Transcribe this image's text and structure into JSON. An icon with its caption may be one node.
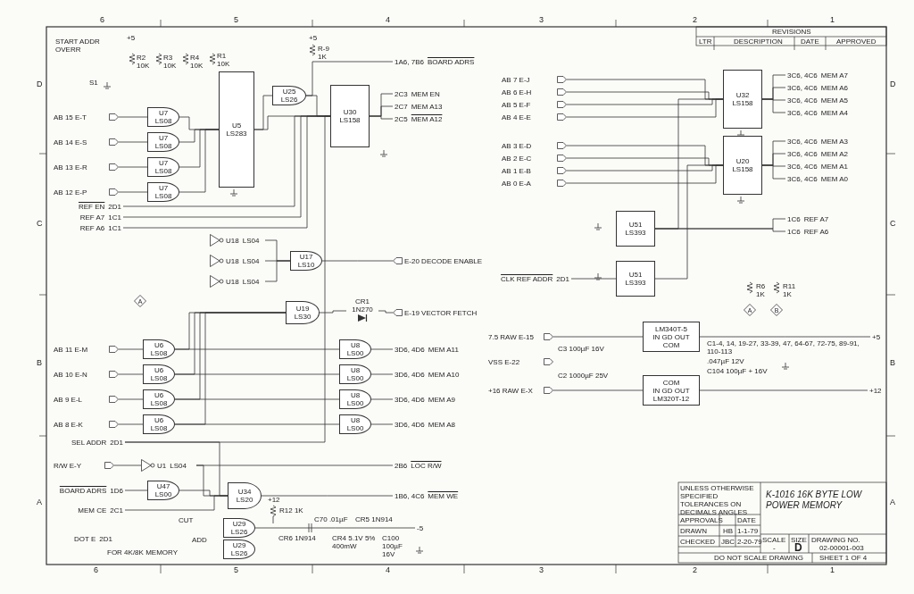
{
  "diagram": {
    "title": "K-1016 16K BYTE LOW POWER MEMORY",
    "nodes": [
      {
        "text": [
          "U5",
          "LS283"
        ]
      },
      {
        "text": [
          "U25",
          "LS26"
        ]
      },
      {
        "text": [
          "U30",
          "LS158"
        ]
      },
      {
        "text": [
          "U7",
          "LS08"
        ]
      },
      {
        "text": [
          "U7",
          "LS08"
        ]
      },
      {
        "text": [
          "U7",
          "LS08"
        ]
      },
      {
        "text": [
          "U7",
          "LS08"
        ]
      },
      {
        "text": [
          "U18",
          "LS04"
        ]
      },
      {
        "text": [
          "U18",
          "LS04"
        ]
      },
      {
        "text": [
          "U18",
          "LS04"
        ]
      },
      {
        "text": [
          "U17",
          "LS10"
        ]
      },
      {
        "text": [
          "U19",
          "LS30"
        ]
      },
      {
        "text": [
          "U6",
          "LS08"
        ]
      },
      {
        "text": [
          "U6",
          "LS08"
        ]
      },
      {
        "text": [
          "U6",
          "LS08"
        ]
      },
      {
        "text": [
          "U6",
          "LS08"
        ]
      },
      {
        "text": [
          "U8",
          "LS00"
        ]
      },
      {
        "text": [
          "U8",
          "LS00"
        ]
      },
      {
        "text": [
          "U8",
          "LS00"
        ]
      },
      {
        "text": [
          "U8",
          "LS00"
        ]
      },
      {
        "text": [
          "U1",
          "LS04"
        ]
      },
      {
        "text": [
          "U47",
          "LS00"
        ]
      },
      {
        "text": [
          "U34",
          "LS20"
        ]
      },
      {
        "text": [
          "U29",
          "LS26"
        ]
      },
      {
        "text": [
          "U29",
          "LS26"
        ]
      },
      {
        "text": [
          "U32",
          "LS158"
        ]
      },
      {
        "text": [
          "U20",
          "LS158"
        ]
      },
      {
        "text": [
          "U51",
          "LS393"
        ]
      },
      {
        "text": [
          "U51",
          "LS393"
        ]
      },
      {
        "text": [
          "LM340T-5",
          "IN GD OUT",
          "COM"
        ]
      },
      {
        "text": [
          "COM",
          "IN GD OUT",
          "LM320T-12"
        ]
      },
      {
        "text": [
          "AB 15 E-T"
        ]
      },
      {
        "text": [
          "AB 14 E-S"
        ]
      },
      {
        "text": [
          "AB 13 E-R"
        ]
      },
      {
        "text": [
          "AB 12 E-P"
        ]
      },
      {
        "text": [
          "AB 11 E-M"
        ]
      },
      {
        "text": [
          "AB 10 E-N"
        ]
      },
      {
        "text": [
          "AB 9 E-L"
        ]
      },
      {
        "text": [
          "AB 8 E-K"
        ]
      },
      {
        "text": [
          "R/W E-Y"
        ]
      },
      {
        "text": [
          "AB 7 E-J"
        ]
      },
      {
        "text": [
          "AB 6 E-H"
        ]
      },
      {
        "text": [
          "AB 5 E-F"
        ]
      },
      {
        "text": [
          "AB 4 E-E"
        ]
      },
      {
        "text": [
          "AB 3 E-D"
        ]
      },
      {
        "text": [
          "AB 2 E-C"
        ]
      },
      {
        "text": [
          "AB 1 E-B"
        ]
      },
      {
        "text": [
          "AB 0 E-A"
        ]
      },
      {
        "text": [
          "7.5 RAW E-15"
        ]
      },
      {
        "text": [
          "VSS E-22"
        ]
      },
      {
        "text": [
          "+16 RAW E-X"
        ]
      },
      {
        "text": [
          "E-20 DECODE ENABLE"
        ]
      },
      {
        "text": [
          "E-19 VECTOR FETCH"
        ]
      },
      {
        "text": [
          "BOARD ADRS"
        ],
        "beside": [
          "1A6, 7B6"
        ]
      },
      {
        "text": [
          "MEM EN"
        ],
        "beside": [
          "2C3"
        ]
      },
      {
        "text": [
          "MEM A13"
        ],
        "beside": [
          "2C7"
        ]
      },
      {
        "text": [
          "MEM A12"
        ],
        "beside": [
          "2C5"
        ]
      },
      {
        "text": [
          "MEM A11"
        ],
        "beside": [
          "3D6, 4D6"
        ]
      },
      {
        "text": [
          "MEM A10"
        ],
        "beside": [
          "3D6, 4D6"
        ]
      },
      {
        "text": [
          "MEM A9"
        ],
        "beside": [
          "3D6, 4D6"
        ]
      },
      {
        "text": [
          "MEM A8"
        ],
        "beside": [
          "3D6, 4D6"
        ]
      },
      {
        "text": [
          "LOC R/W"
        ],
        "beside": [
          "2B6"
        ]
      },
      {
        "text": [
          "MEM WE"
        ],
        "beside": [
          "1B6, 4C6"
        ]
      },
      {
        "text": [
          "-5"
        ]
      },
      {
        "text": [
          "MEM A7"
        ],
        "beside": [
          "3C6, 4C6"
        ]
      },
      {
        "text": [
          "MEM A6"
        ],
        "beside": [
          "3C6, 4C6"
        ]
      },
      {
        "text": [
          "MEM A5"
        ],
        "beside": [
          "3C6, 4C6"
        ]
      },
      {
        "text": [
          "MEM A4"
        ],
        "beside": [
          "3C6, 4C6"
        ]
      },
      {
        "text": [
          "MEM A3"
        ],
        "beside": [
          "3C6, 4C6"
        ]
      },
      {
        "text": [
          "MEM A2"
        ],
        "beside": [
          "3C6, 4C6"
        ]
      },
      {
        "text": [
          "MEM A1"
        ],
        "beside": [
          "3C6, 4C6"
        ]
      },
      {
        "text": [
          "MEM A0"
        ],
        "beside": [
          "3C6, 4C6"
        ]
      },
      {
        "text": [
          "REF A7"
        ],
        "beside": [
          "1C6"
        ]
      },
      {
        "text": [
          "REF A6"
        ],
        "beside": [
          "1C6"
        ]
      },
      {
        "text": [
          "+5"
        ]
      },
      {
        "text": [
          "+12"
        ]
      },
      {
        "text": [
          "REF EN"
        ],
        "beside": [
          "2D1"
        ]
      },
      {
        "text": [
          "REF A7"
        ],
        "beside": [
          "1C1"
        ]
      },
      {
        "text": [
          "REF A6"
        ],
        "beside": [
          "1C1"
        ]
      },
      {
        "text": [
          "SEL ADDR"
        ],
        "beside": [
          "2D1"
        ]
      },
      {
        "text": [
          "BOARD ADRS"
        ],
        "beside": [
          "1D6"
        ]
      },
      {
        "text": [
          "MEM CE"
        ],
        "beside": [
          "2C1"
        ]
      },
      {
        "text": [
          "DOT E"
        ],
        "beside": [
          "2D1"
        ]
      },
      {
        "text": [
          "CLK REF ADDR"
        ],
        "beside": [
          "2D1"
        ]
      },
      {
        "text": [
          "A"
        ]
      },
      {
        "text": [
          "A"
        ]
      },
      {
        "text": [
          "B"
        ]
      },
      {
        "text": [
          "CR1",
          "1N270"
        ]
      }
    ],
    "edges": [
      {
        "from": 31,
        "to": 3,
        "arrow": "none"
      },
      {
        "from": 32,
        "to": 4,
        "arrow": "none"
      },
      {
        "from": 33,
        "to": 5,
        "arrow": "none"
      },
      {
        "from": 34,
        "to": 6,
        "arrow": "none"
      },
      {
        "from": 3,
        "to": 0,
        "arrow": "none"
      },
      {
        "from": 4,
        "to": 0,
        "arrow": "none"
      },
      {
        "from": 5,
        "to": 0,
        "arrow": "none"
      },
      {
        "from": 6,
        "to": 0,
        "arrow": "none"
      },
      {
        "from": 0,
        "to": 1,
        "arrow": "none"
      },
      {
        "from": 0,
        "to": 2,
        "arrow": "none"
      },
      {
        "from": 1,
        "to": 53,
        "arrow": "none"
      },
      {
        "from": 1,
        "to": 2,
        "arrow": "none"
      },
      {
        "from": 2,
        "to": 54,
        "arrow": "none"
      },
      {
        "from": 2,
        "to": 55,
        "arrow": "none"
      },
      {
        "from": 2,
        "to": 56,
        "arrow": "none"
      },
      {
        "from": 76,
        "to": 2,
        "arrow": "none"
      },
      {
        "from": 77,
        "to": 2,
        "arrow": "none"
      },
      {
        "from": 78,
        "to": 2,
        "arrow": "none"
      },
      {
        "from": 7,
        "to": 10,
        "arrow": "none"
      },
      {
        "from": 8,
        "to": 10,
        "arrow": "none"
      },
      {
        "from": 9,
        "to": 10,
        "arrow": "none"
      },
      {
        "from": 10,
        "to": 51,
        "arrow": "none"
      },
      {
        "from": 11,
        "to": 87,
        "arrow": "none"
      },
      {
        "from": 35,
        "to": 12,
        "arrow": "none"
      },
      {
        "from": 36,
        "to": 13,
        "arrow": "none"
      },
      {
        "from": 37,
        "to": 14,
        "arrow": "none"
      },
      {
        "from": 38,
        "to": 15,
        "arrow": "none"
      },
      {
        "from": 12,
        "to": 11,
        "arrow": "none"
      },
      {
        "from": 13,
        "to": 11,
        "arrow": "none"
      },
      {
        "from": 14,
        "to": 11,
        "arrow": "none"
      },
      {
        "from": 15,
        "to": 11,
        "arrow": "none"
      },
      {
        "from": 12,
        "to": 16,
        "arrow": "none"
      },
      {
        "from": 13,
        "to": 17,
        "arrow": "none"
      },
      {
        "from": 14,
        "to": 18,
        "arrow": "none"
      },
      {
        "from": 15,
        "to": 19,
        "arrow": "none"
      },
      {
        "from": 16,
        "to": 57,
        "arrow": "none"
      },
      {
        "from": 17,
        "to": 58,
        "arrow": "none"
      },
      {
        "from": 18,
        "to": 59,
        "arrow": "none"
      },
      {
        "from": 19,
        "to": 60,
        "arrow": "none"
      },
      {
        "from": 79,
        "to": 2,
        "arrow": "none"
      },
      {
        "from": 39,
        "to": 20,
        "arrow": "none"
      },
      {
        "from": 20,
        "to": 61,
        "arrow": "none"
      },
      {
        "from": 20,
        "to": 22,
        "arrow": "none"
      },
      {
        "from": 80,
        "to": 21,
        "arrow": "none"
      },
      {
        "from": 21,
        "to": 22,
        "arrow": "none"
      },
      {
        "from": 81,
        "to": 22,
        "arrow": "none"
      },
      {
        "from": 79,
        "to": 22,
        "arrow": "none"
      },
      {
        "from": 22,
        "to": 62,
        "arrow": "none"
      },
      {
        "from": 23,
        "to": 63,
        "arrow": "none"
      },
      {
        "from": 40,
        "to": 25,
        "arrow": "none"
      },
      {
        "from": 41,
        "to": 25,
        "arrow": "none"
      },
      {
        "from": 42,
        "to": 25,
        "arrow": "none"
      },
      {
        "from": 43,
        "to": 25,
        "arrow": "none"
      },
      {
        "from": 44,
        "to": 26,
        "arrow": "none"
      },
      {
        "from": 45,
        "to": 26,
        "arrow": "none"
      },
      {
        "from": 46,
        "to": 26,
        "arrow": "none"
      },
      {
        "from": 47,
        "to": 26,
        "arrow": "none"
      },
      {
        "from": 25,
        "to": 64,
        "arrow": "none"
      },
      {
        "from": 25,
        "to": 65,
        "arrow": "none"
      },
      {
        "from": 25,
        "to": 66,
        "arrow": "none"
      },
      {
        "from": 25,
        "to": 67,
        "arrow": "none"
      },
      {
        "from": 26,
        "to": 68,
        "arrow": "none"
      },
      {
        "from": 26,
        "to": 69,
        "arrow": "none"
      },
      {
        "from": 26,
        "to": 70,
        "arrow": "none"
      },
      {
        "from": 26,
        "to": 71,
        "arrow": "none"
      },
      {
        "from": 27,
        "to": 72,
        "arrow": "none"
      },
      {
        "from": 27,
        "to": 73,
        "arrow": "none"
      },
      {
        "from": 27,
        "to": 25,
        "arrow": "none"
      },
      {
        "from": 28,
        "to": 26,
        "arrow": "none"
      },
      {
        "from": 83,
        "to": 28,
        "arrow": "none"
      },
      {
        "from": 48,
        "to": 29,
        "arrow": "none"
      },
      {
        "from": 29,
        "to": 74,
        "arrow": "none"
      },
      {
        "from": 50,
        "to": 30,
        "arrow": "none"
      },
      {
        "from": 30,
        "to": 75,
        "arrow": "none"
      },
      {
        "from": 87,
        "to": 52,
        "arrow": "none"
      }
    ],
    "labels": [
      "6",
      "5",
      "4",
      "3",
      "2",
      "1",
      "6",
      "5",
      "4",
      "3",
      "2",
      "1",
      "D",
      "C",
      "B",
      "A",
      "D",
      "C",
      "B",
      "A",
      "REVISIONS",
      "LTR",
      "DESCRIPTION",
      "DATE",
      "APPROVED",
      "+5",
      "START ADDR OVERR",
      "S1",
      "R2 10K",
      "R3 10K",
      "R4 10K",
      "R1 10K",
      "+5",
      "R-9 1K",
      "+12",
      "R12 1K",
      "C70 .01µF",
      "CR5 1N914",
      "CR6 1N914",
      "CR4 5.1V 5% 400mW",
      "C100 100µF 16V",
      "CUT",
      "FOR 4K/8K MEMORY",
      "ADD",
      "C3 100µF 16V",
      "C2 1000µF 25V",
      "C1-4, 14, 19-27, 33-39, 47, 64-67, 72-75, 89-91, 110-113",
      ".047µF 12V",
      "C104 100µF + 16V",
      "R6 1K",
      "R11 1K",
      "UNLESS OTHERWISE SPECIFIED TOLERANCES ON DECIMALS ANGLES",
      "APPROVALS",
      "DATE",
      "DRAWN",
      "HB",
      "1-1-79",
      "CHECKED",
      "JBC",
      "2-20-79",
      "SCALE",
      "-",
      "SIZE",
      "D",
      "DRAWING NO.",
      "02-00001-003",
      "DO NOT SCALE DRAWING",
      "SHEET 1 OF 4"
    ]
  }
}
